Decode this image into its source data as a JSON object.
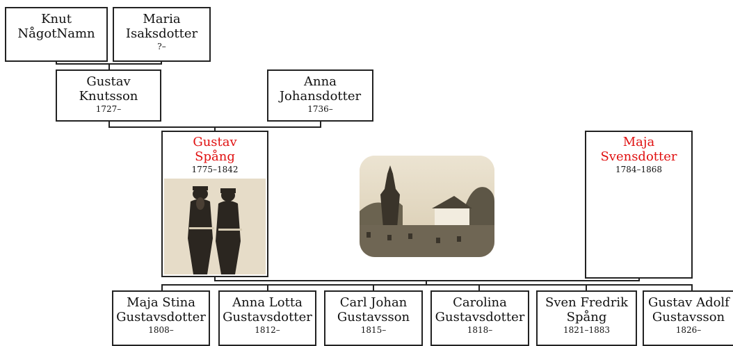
{
  "persons": {
    "knut": {
      "name1": "Knut",
      "name2": "NågotNamn",
      "dates": ""
    },
    "maria": {
      "name1": "Maria",
      "name2": "Isaksdotter",
      "dates": "?–"
    },
    "gustav_k": {
      "name1": "Gustav",
      "name2": "Knutsson",
      "dates": "1727–"
    },
    "anna": {
      "name1": "Anna",
      "name2": "Johansdotter",
      "dates": "1736–"
    },
    "gustav_s": {
      "name1": "Gustav",
      "name2": "Spång",
      "dates": "1775–1842"
    },
    "maja_s": {
      "name1": "Maja",
      "name2": "Svensdotter",
      "dates": "1784–1868"
    }
  },
  "children": [
    {
      "name1": "Maja Stina",
      "name2": "Gustavsdotter",
      "dates": "1808–"
    },
    {
      "name1": "Anna Lotta",
      "name2": "Gustavsdotter",
      "dates": "1812–"
    },
    {
      "name1": "Carl Johan",
      "name2": "Gustavsson",
      "dates": "1815–"
    },
    {
      "name1": "Carolina",
      "name2": "Gustavsdotter",
      "dates": "1818–"
    },
    {
      "name1": "Sven Fredrik",
      "name2": "Spång",
      "dates": "1821–1883"
    },
    {
      "name1": "Gustav Adolf",
      "name2": "Gustavsson",
      "dates": "1826–"
    }
  ],
  "colors": {
    "highlight": "#e01010",
    "border": "#222222"
  },
  "images": {
    "soldiers": "photo-two-soldiers",
    "church": "photo-church-bell-tower"
  }
}
